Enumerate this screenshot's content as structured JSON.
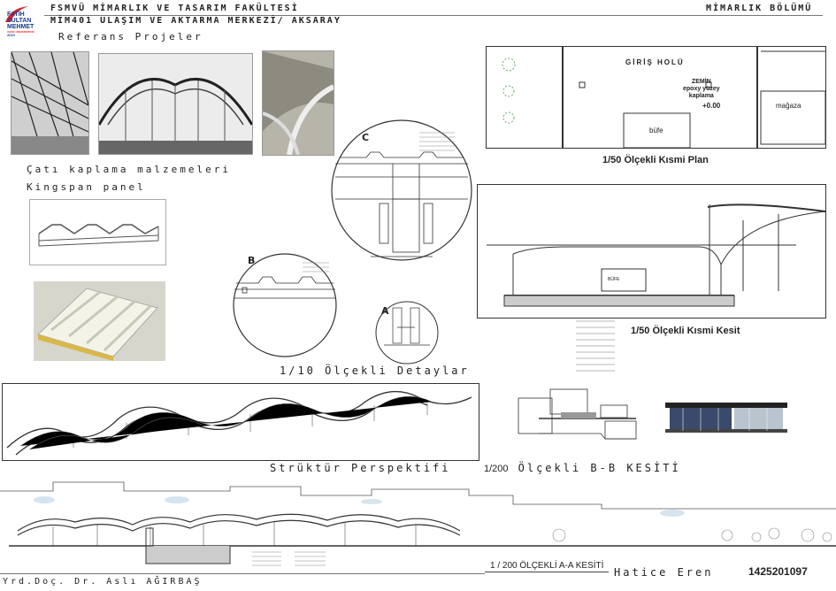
{
  "header": {
    "faculty": "FSMVÜ MİMARLIK VE TASARIM FAKÜLTESİ",
    "course": "MİM401 ULAŞIM VE AKTARMA MERKEZİ/ AKSARAY",
    "department": "MİMARLIK BÖLÜMÜ",
    "logo_text": [
      "FATİH",
      "SULTAN",
      "MEHMET"
    ],
    "logo_sub": "VAKIF ÜNİVERSİTESİ",
    "logo_year": "2010"
  },
  "reference": {
    "title": "Referans Projeler"
  },
  "materials": {
    "line1": "Çatı kaplama malzemeleri",
    "line2": "Kingspan panel"
  },
  "details": {
    "title": "1/10 Ölçekli Detaylar",
    "label_c": "C",
    "label_b": "B",
    "label_a": "A"
  },
  "plan": {
    "title": "1/50 Ölçekli Kısmi Plan",
    "hall": "GİRİŞ HOLÜ",
    "floor_note": [
      "ZEMİN",
      "epoxy yüzey",
      "kaplama"
    ],
    "level": "+0.00",
    "buffet": "büfe",
    "shop": "mağaza"
  },
  "section": {
    "title": "1/50 Ölçekli Kısmi Kesit",
    "buffet": "BÜFE"
  },
  "structure": {
    "title": "Strüktür Perspektifi"
  },
  "bb_section": {
    "title_scale": "1/200",
    "title_text": "Ölçekli B-B KESİTİ"
  },
  "aa_section": {
    "title": "1 / 200 ÖLÇEKLİ A-A KESİTİ"
  },
  "footer": {
    "advisor": "Yrd.Doç. Dr. Aslı AĞIRBAŞ",
    "student": "Hatice Eren",
    "student_no": "1425201097"
  },
  "colors": {
    "logo_blue": "#1a3d8f",
    "logo_red": "#d8232a",
    "line": "#333333"
  }
}
